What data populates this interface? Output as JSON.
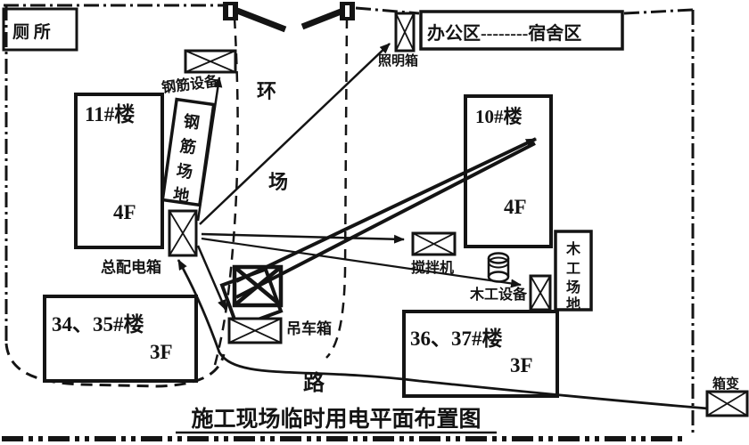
{
  "diagram": {
    "title": "施工现场临时用电平面布置图",
    "areas": {
      "toilet": "厕 所",
      "office_dorm": "办公区--------宿舍区",
      "ring_char": "环",
      "field_char": "场",
      "road_char": "路",
      "rebar_yard": [
        "钢",
        "筋",
        "场",
        "地"
      ],
      "wood_yard": [
        "木",
        "工",
        "场",
        "地"
      ]
    },
    "buildings": {
      "b11": {
        "name": "11#楼",
        "floor": "4F"
      },
      "b10": {
        "name": "10#楼",
        "floor": "4F"
      },
      "b3435": {
        "name": "34、35#楼",
        "floor": "3F"
      },
      "b3637": {
        "name": "36、37#楼",
        "floor": "3F"
      }
    },
    "equipment": {
      "lighting_box": "照明箱",
      "rebar_equipment": "钢筋设备",
      "main_distribution_box": "总配电箱",
      "mixer": "搅拌机",
      "wood_equipment": "木工设备",
      "crane_box": "吊车箱",
      "transformer": "箱变"
    },
    "colors": {
      "ink": "#141414",
      "paper": "#ffffff"
    }
  }
}
